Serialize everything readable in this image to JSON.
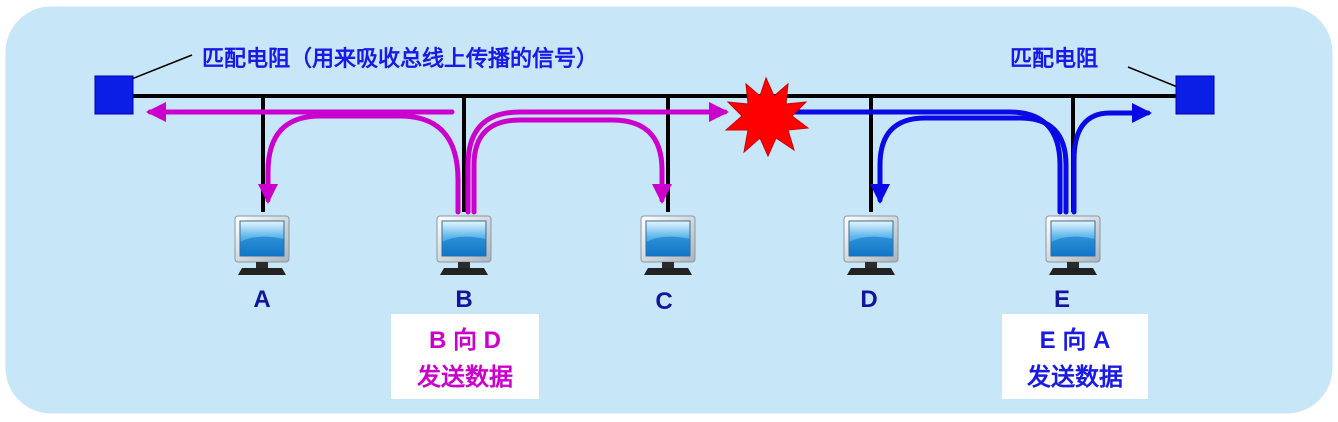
{
  "labels": {
    "terminator_left": "匹配电阻（用来吸收总线上传播的信号）",
    "terminator_right": "匹配电阻"
  },
  "stations": [
    {
      "id": "A",
      "label": "A"
    },
    {
      "id": "B",
      "label": "B"
    },
    {
      "id": "C",
      "label": "C"
    },
    {
      "id": "D",
      "label": "D"
    },
    {
      "id": "E",
      "label": "E"
    }
  ],
  "notes": {
    "b_line1": "B 向 D",
    "b_line2": "发送数据",
    "e_line1": "E 向 A",
    "e_line2": "发送数据"
  },
  "colors": {
    "panel_fill": "#c7e6f8",
    "panel_edge": "#ffffff",
    "bus": "#000000",
    "terminator": "#0a1ee6",
    "label_blue": "#1a1ae6",
    "station_letter": "#13139e",
    "b_signal": "#cc00cc",
    "e_signal": "#0a0ae6",
    "collision": "#ff0000",
    "note_box": "#ffffff"
  },
  "icons": {
    "station": "computer-monitor-icon",
    "collision": "collision-burst-icon",
    "terminator": "terminator-square-icon"
  }
}
